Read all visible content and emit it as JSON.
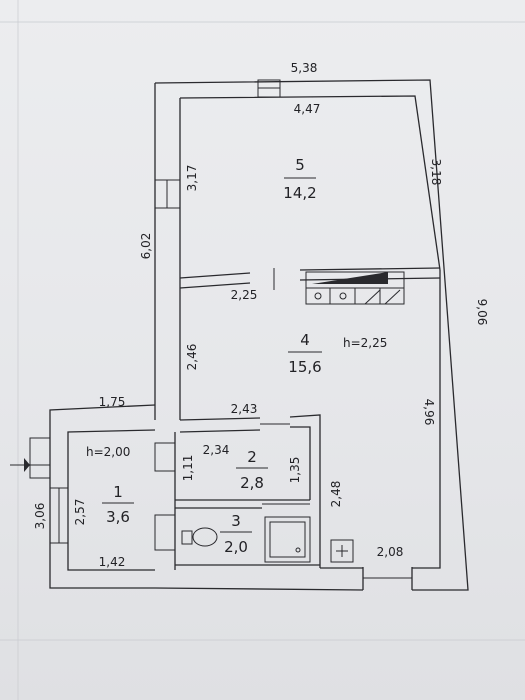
{
  "plan": {
    "rooms": [
      {
        "id": "room-5",
        "number": "5",
        "area": "14,2"
      },
      {
        "id": "room-4",
        "number": "4",
        "area": "15,6"
      },
      {
        "id": "room-2",
        "number": "2",
        "area": "2,8"
      },
      {
        "id": "room-3",
        "number": "3",
        "area": "2,0"
      },
      {
        "id": "room-1",
        "number": "1",
        "area": "3,6"
      }
    ],
    "heights": [
      "h=2,25",
      "h=2,00"
    ],
    "dimensions": [
      "5,38",
      "4,47",
      "3,17",
      "3,18",
      "6,02",
      "2,25",
      "9,06",
      "2,46",
      "4,96",
      "1,75",
      "2,43",
      "2,34",
      "1,11",
      "1,35",
      "3,06",
      "2,57",
      "2,48",
      "1,42",
      "2,08"
    ]
  }
}
